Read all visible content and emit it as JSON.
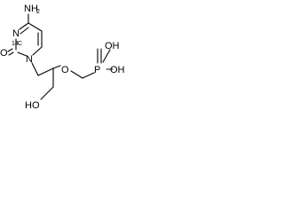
{
  "molecule": {
    "atoms": {
      "nh2_n": "NH",
      "nh2_sub": "2",
      "ring_n": "N",
      "ring_n1": "N",
      "o_carbonyl": "O",
      "c14_mass": "14",
      "c14_symbol": "C",
      "o_ether": "O",
      "p_atom": "P",
      "oh_top": "OH",
      "oh_right": "OH",
      "oh_bottom": "HO"
    },
    "colors": {
      "bond": "#000000",
      "background": "#ffffff"
    }
  }
}
